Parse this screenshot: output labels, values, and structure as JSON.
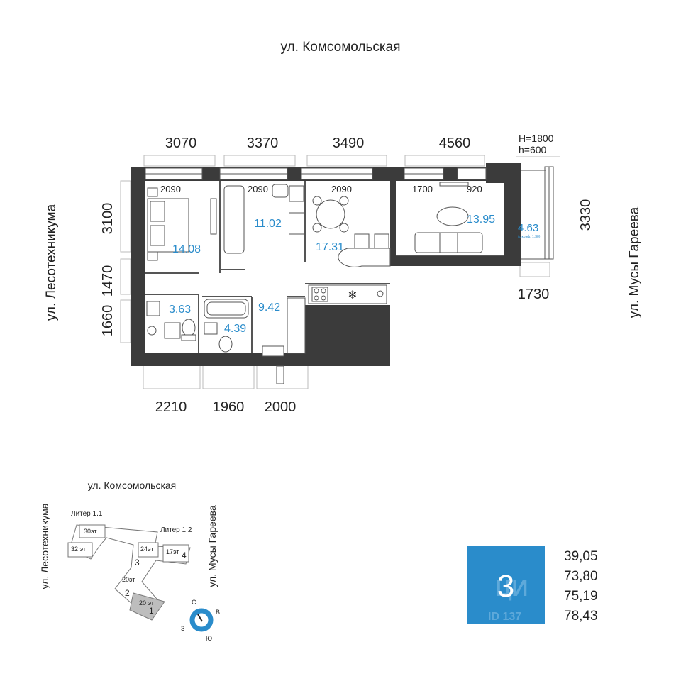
{
  "streets": {
    "top": "ул. Комсомольская",
    "left": "ул. Лесотехникума",
    "right": "ул. Мусы Гареева"
  },
  "dimensions": {
    "top": [
      "3070",
      "3370",
      "3490",
      "4560"
    ],
    "window_h_upper": "H=1800",
    "window_h_lower": "h=600",
    "left": [
      "3100",
      "1470",
      "1660"
    ],
    "right": "3330",
    "right_lower": "1730",
    "bottom": [
      "2210",
      "1960",
      "2000"
    ],
    "window_widths": [
      "2090",
      "2090",
      "2090",
      "1700",
      "920"
    ]
  },
  "rooms": {
    "bedroom": "14.08",
    "room2": "11.02",
    "kitchen": "17.31",
    "living": "13.95",
    "balcony": "4.63",
    "balcony_note": "(с коэф. 1,30)",
    "bath1": "3.63",
    "bath2": "4.39",
    "hall": "9.42"
  },
  "site_plan": {
    "street_top": "ул. Комсомольская",
    "street_left": "ул. Лесотехникума",
    "street_right": "ул. Мусы Гареева",
    "liter_1": "Литер 1.1",
    "liter_2": "Литер 1.2",
    "floors": [
      "30эт",
      "32 эт",
      "24эт",
      "17эт",
      "20эт",
      "20 эт"
    ],
    "buildings": [
      "3",
      "4",
      "2",
      "1"
    ],
    "compass": {
      "n": "С",
      "e": "В",
      "s": "Ю",
      "w": "З"
    }
  },
  "summary": {
    "rooms_count": "3",
    "watermark": "ЦИ",
    "watermark_id": "ID 137",
    "areas": [
      "39,05",
      "73,80",
      "75,19",
      "78,43"
    ],
    "badge_color": "#2a8ccb"
  }
}
